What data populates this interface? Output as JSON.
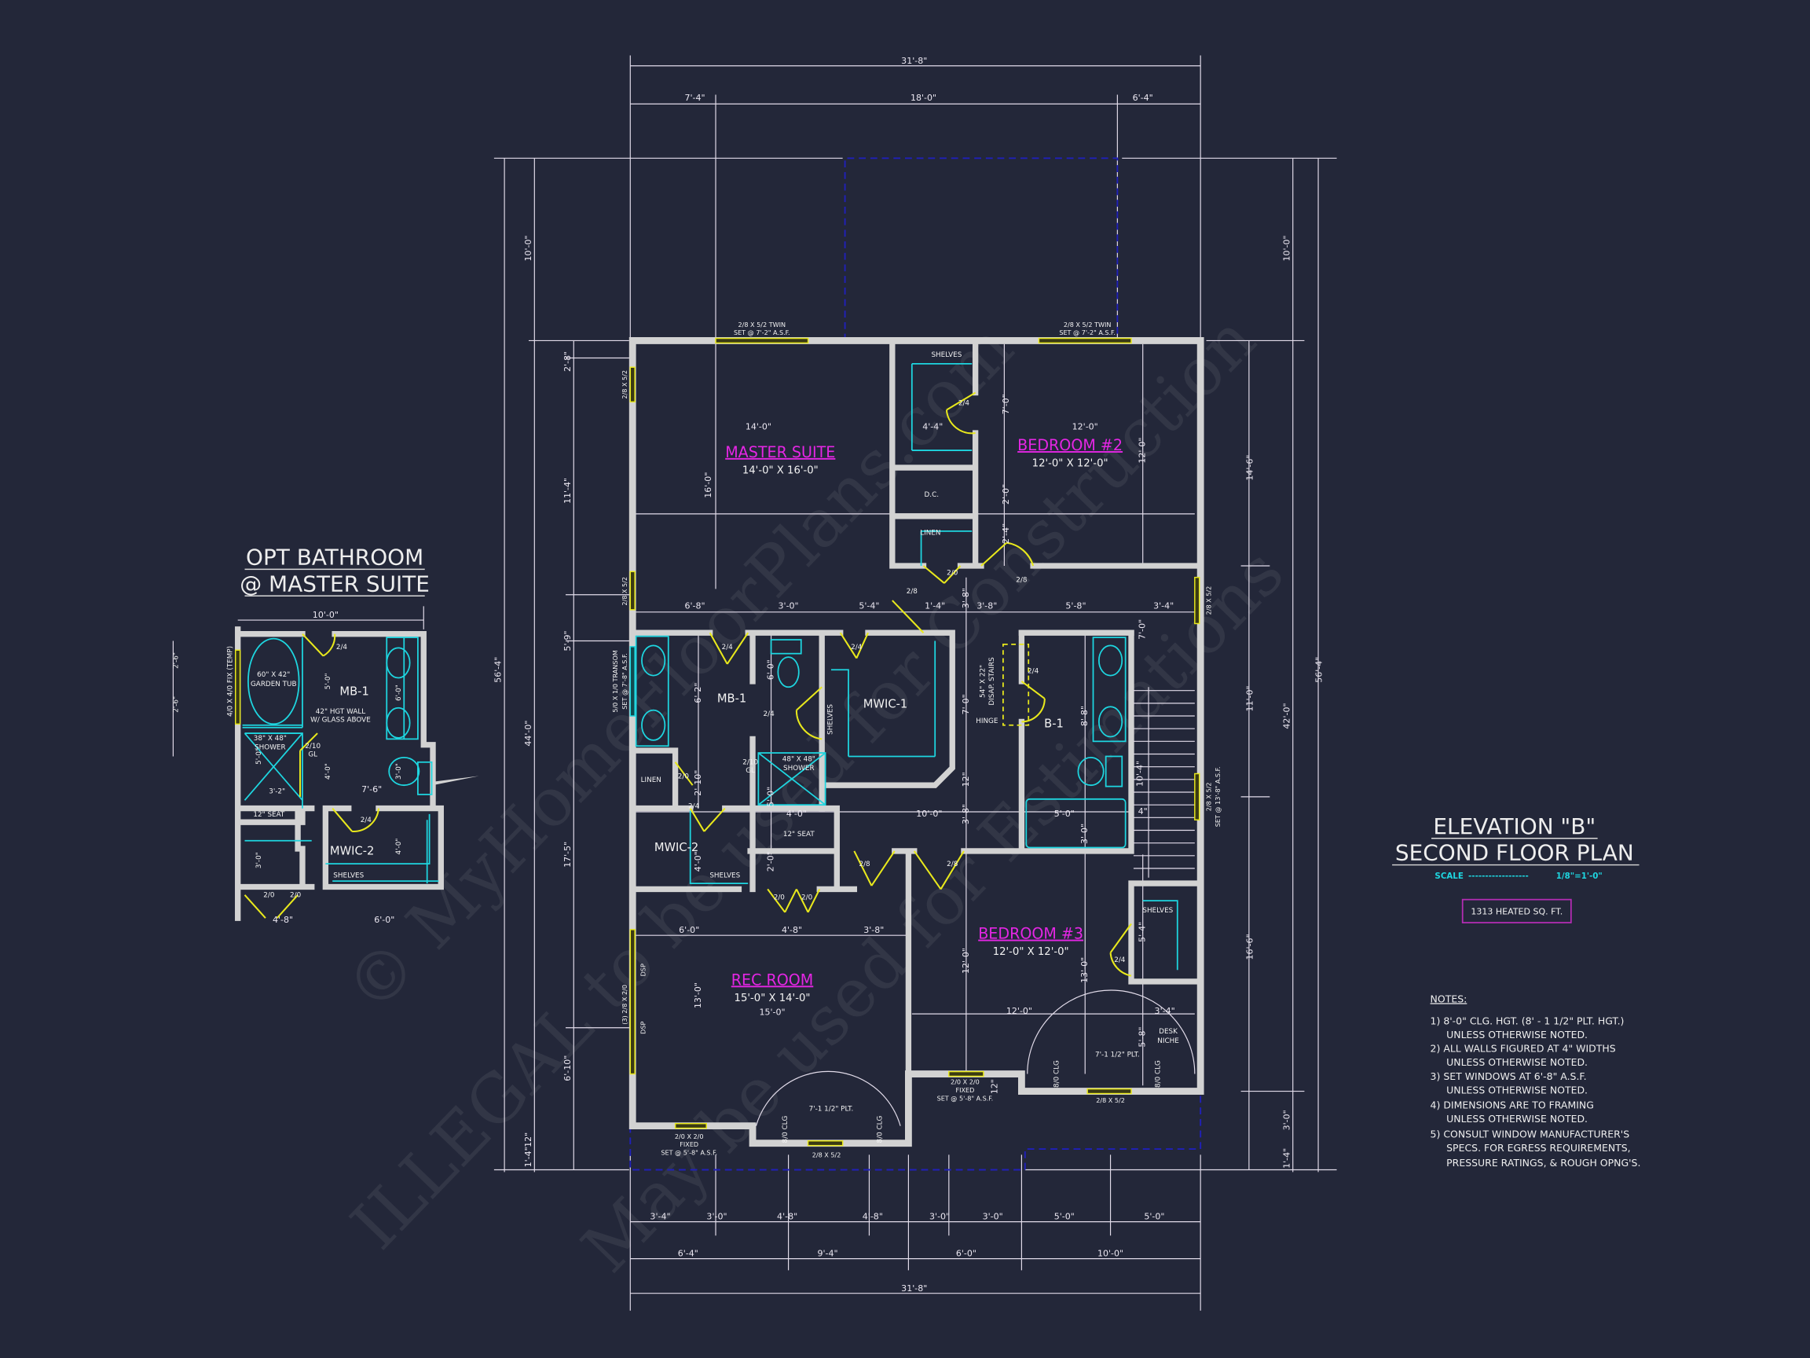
{
  "title": {
    "line1": "ELEVATION \"B\"",
    "line2": "SECOND FLOOR PLAN",
    "scale_label": "SCALE",
    "scale_dashes": "------------------",
    "scale_value": "1/8\"=1'-0\""
  },
  "heated_area": "1313 HEATED SQ. FT.",
  "notes": {
    "heading": "NOTES:",
    "lines": [
      "1) 8'-0\"  CLG. HGT. (8' - 1 1/2\" PLT. HGT.)",
      "UNLESS OTHERWISE NOTED.",
      "2) ALL  WALLS FIGURED AT 4\" WIDTHS",
      "UNLESS OTHERWISE NOTED.",
      "3) SET WINDOWS AT 6'-8\" A.S.F.",
      "UNLESS OTHERWISE NOTED.",
      "4) DIMENSIONS ARE TO FRAMING",
      "UNLESS OTHERWISE NOTED.",
      "5) CONSULT WINDOW MANUFACTURER'S",
      "SPECS. FOR EGRESS REQUIREMENTS,",
      "PRESSURE RATINGS, & ROUGH OPNG'S."
    ]
  },
  "rooms": [
    {
      "name": "MASTER SUITE",
      "size": "14'-0\" X 16'-0\""
    },
    {
      "name": "BEDROOM #2",
      "size": "12'-0\" X 12'-0\""
    },
    {
      "name": "BEDROOM #3",
      "size": "12'-0\" X 12'-0\""
    },
    {
      "name": "REC ROOM",
      "size": "15'-0\" X 14'-0\""
    }
  ],
  "dimensions": {
    "top_overall": "31'-8\"",
    "top_segments": [
      "7'-4\"",
      "18'-0\"",
      "6'-4\""
    ],
    "bottom_row1": [
      "3'-4\"",
      "3'-0\"",
      "4'-8\"",
      "4'-8\"",
      "3'-0\"",
      "3'-0\"",
      "5'-0\"",
      "5'-0\""
    ],
    "bottom_row2": [
      "6'-4\"",
      "9'-4\"",
      "6'-0\"",
      "10'-0\""
    ],
    "bottom_overall": "31'-8\"",
    "left": {
      "overall": "56'-4\"",
      "upper": "10'-0\"",
      "main": "44'-0\"",
      "segments": [
        "2'-8\"",
        "11'-4\"",
        "5'-9\"",
        "17'-5\"",
        "6'-10\""
      ],
      "bottom": [
        "12\"",
        "1'-4\""
      ]
    },
    "right": {
      "overall": "56'-4\"",
      "upper": "10'-0\"",
      "main": "42'-0\"",
      "segments": [
        "14'-6\"",
        "11'-0\"",
        "16'-6\""
      ],
      "bottom": [
        "3'-0\"",
        "1'-4\""
      ]
    },
    "interior": [
      "14'-0\"",
      "4'-4\"",
      "12'-0\"",
      "16'-0\"",
      "7'-0\"",
      "12'-0\"",
      "2'-0\"",
      "2'-4\"",
      "6'-8\"",
      "3'-0\"",
      "5'-4\"",
      "1'-4\"",
      "3'-8\"",
      "3'-8\"",
      "5'-8\"",
      "3'-4\"",
      "7'-0\"",
      "6'-2\"",
      "6'-0\"",
      "7'-0\"",
      "8'-8\"",
      "12\"",
      "10'-4\"",
      "4\"",
      "2'-10\"",
      "5'-0\"",
      "4'-0\"",
      "10'-0\"",
      "3'-8\"",
      "5'-0\"",
      "3'-0\"",
      "4'-0\"",
      "2'-0\"",
      "6'-0\"",
      "4'-8\"",
      "3'-8\"",
      "13'-0\"",
      "15'-0\"",
      "12'-0\"",
      "13'-0\"",
      "5'-4\"",
      "12'-0\"",
      "3'-4\"",
      "5'-8\"",
      "12\""
    ]
  },
  "labels": [
    "SHELVES",
    "D.C.",
    "LINEN",
    "2/4",
    "2/0",
    "2/8",
    "2/8",
    "MB-1",
    "2/4",
    "2/4",
    "MWIC-1",
    "2/4",
    "SHELVES",
    "2/4",
    "B-1",
    "54\" X 22\"",
    "DISAP. STAIRS",
    "HINGE",
    "LINEN",
    "2/0",
    "2/10",
    "GL",
    "48\" X 48\"",
    "SHOWER",
    "12\" SEAT",
    "2/4",
    "MWIC-2",
    "SHELVES",
    "2/8",
    "2/8",
    "2/0",
    "2/0",
    "2/4",
    "SHELVES",
    "DESK",
    "NICHE",
    "7'-1 1/2\" PLT.",
    "7'-1 1/2\" PLT.",
    "8/0 CLG",
    "8/0 CLG",
    "8/0 CLG",
    "8/0 CLG"
  ],
  "windows": [
    "2/8 X 5/2 TWIN",
    "SET @ 7'-2\" A.S.F.",
    "2/8 X 5/2 TWIN",
    "SET @ 7'-2\" A.S.F.",
    "2/8 X 5/2",
    "2/8 X 5/2",
    "5/0 X 1/0 TRANSOM",
    "SET @ 7'-8\" A.S.F.",
    "(3) 2/8 X 2/0",
    "DSP",
    "DSP",
    "2/8 X 5/2",
    "2/8 X 5/2",
    "SET @ 13'-8\" A.S.F.",
    "2/0 X 2/0",
    "FIXED",
    "SET @ 5'-8\" A.S.F.",
    "2/8 X 5/2",
    "2/0 X 2/0",
    "FIXED",
    "SET @ 5'-8\" A.S.F.",
    "2/8 X 5/2"
  ],
  "opt_bathroom": {
    "title1": "OPT BATHROOM",
    "title2": "@ MASTER SUITE",
    "labels": [
      "10'-0\"",
      "60\" X 42\"",
      "GARDEN TUB",
      "MB-1",
      "5'-0\"",
      "6'-0\"",
      "42\" HGT WALL",
      "W/ GLASS ABOVE",
      "38\" X 48\"",
      "SHOWER",
      "2/10",
      "GL",
      "5'-0\"",
      "4'-0\"",
      "3'-2\"",
      "7'-6\"",
      "3'-0\"",
      "12\" SEAT",
      "2/4",
      "2/4",
      "MWIC-2",
      "4'-0\"",
      "3'-0\"",
      "SHELVES",
      "2/0",
      "2/0",
      "4'-8\"",
      "6'-0\"",
      "4/0 X 4/0 FIX (TEMP)",
      "2'-6\"",
      "2'-6\""
    ]
  },
  "watermark": [
    "© MyHomeFloorPlans.com",
    "ILLEGAL to be used for Construction",
    "May be used for Estimations"
  ],
  "colors": {
    "background": "#232739",
    "walls": "#d2d2d2",
    "room_labels": "#e426e4",
    "fixtures": "#1ed6e0",
    "doors_windows": "#e8e81c",
    "overhang": "#2020b8"
  }
}
